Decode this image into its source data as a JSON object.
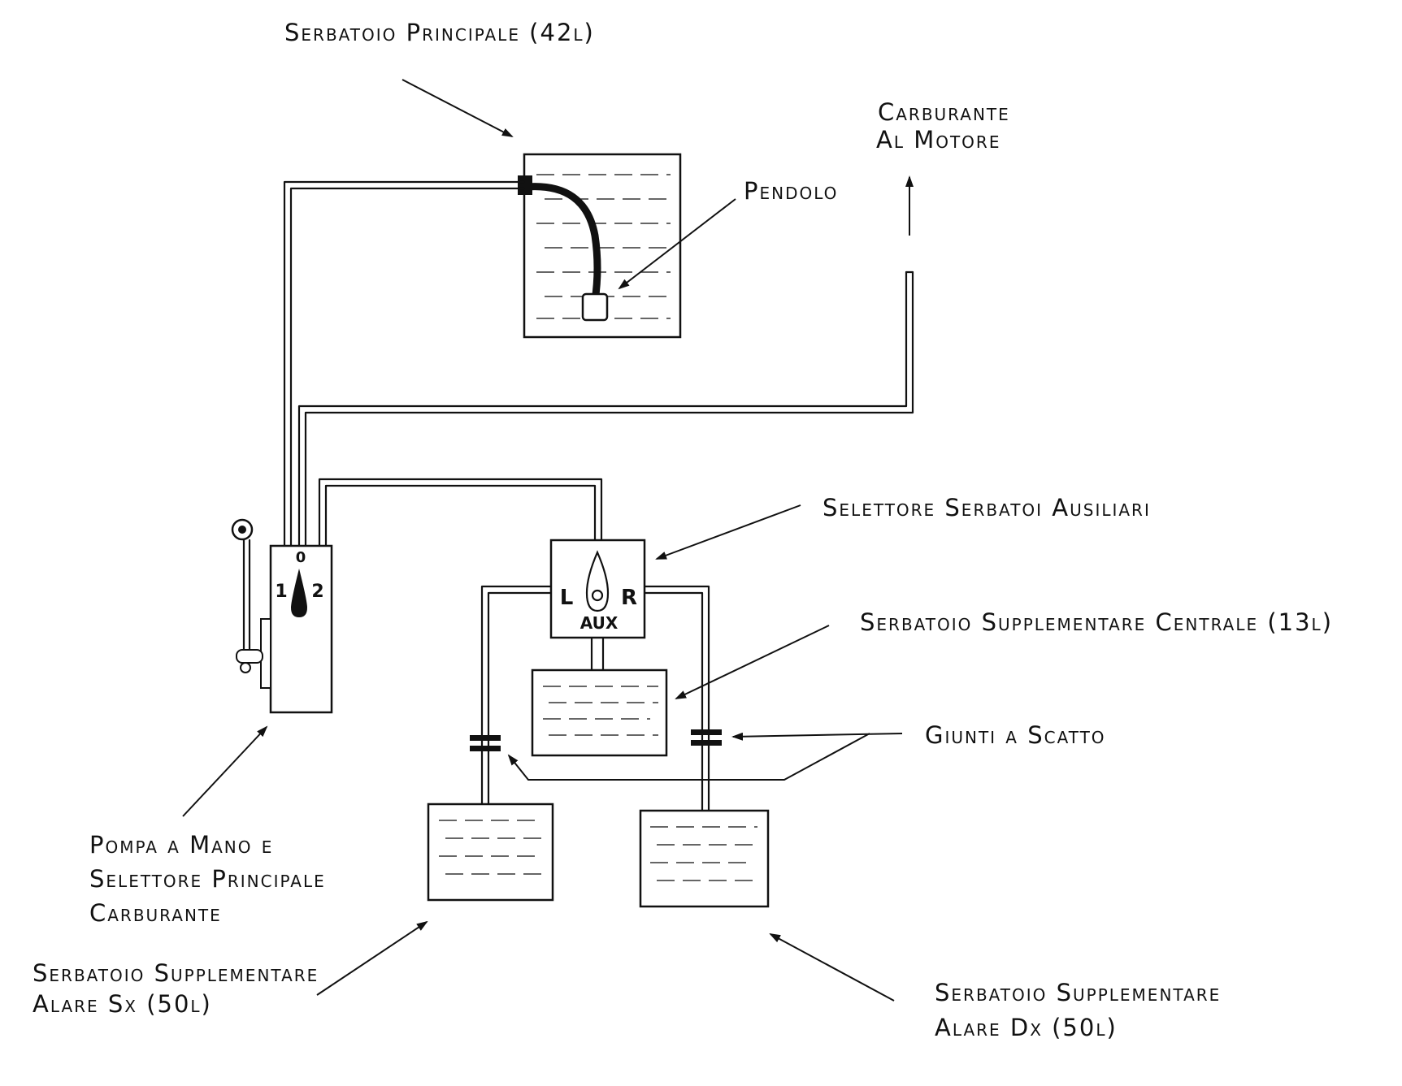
{
  "labels": {
    "main_tank": "Serbatoio Principale (42l)",
    "fuel_to_engine_1": "Carburante",
    "fuel_to_engine_2": "Al Motore",
    "pendulum": "Pendolo",
    "aux_selector": "Selettore Serbatoi Ausiliari",
    "center_tank": "Serbatoio Supplementare Centrale (13l)",
    "quick_joints": "Giunti a Scatto",
    "hand_pump_1": "Pompa a Mano e",
    "hand_pump_2": "Selettore Principale",
    "hand_pump_3": "Carburante",
    "left_tank_1": "Serbatoio Supplementare",
    "left_tank_2": "Alare Sx (50l)",
    "right_tank_1": "Serbatoio Supplementare",
    "right_tank_2": "Alare Dx (50l)"
  },
  "main_selector": {
    "pos_0": "0",
    "pos_1": "1",
    "pos_2": "2"
  },
  "aux_selector": {
    "left": "L",
    "right": "R",
    "aux": "AUX"
  }
}
